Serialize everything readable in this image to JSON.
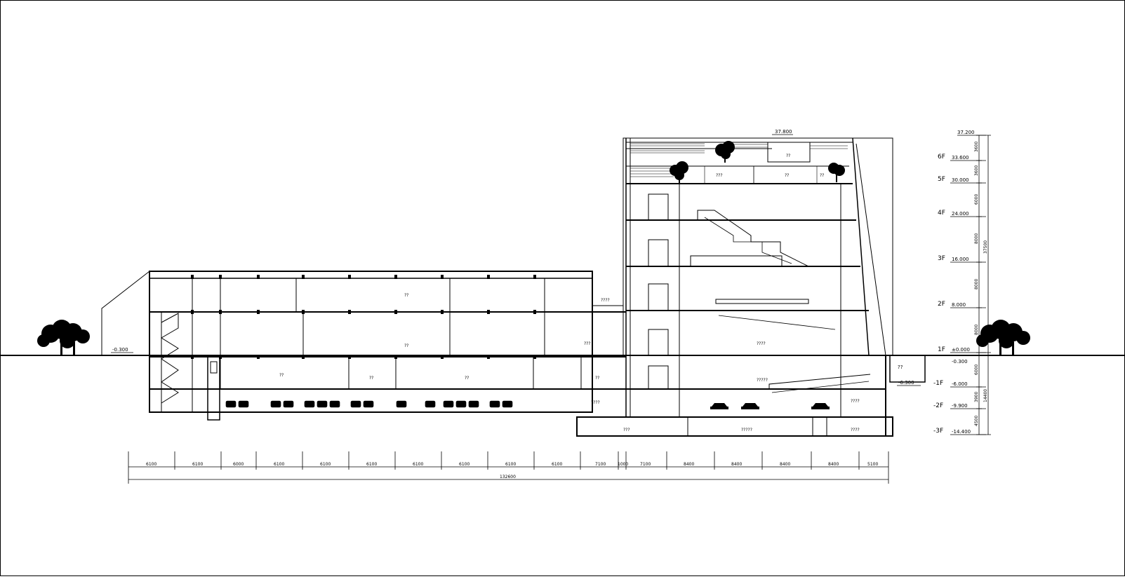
{
  "drawing": {
    "roof_level": "37.800",
    "ground_left_level": "-0.300",
    "ramp_level": "-6.300",
    "total_width": "132600",
    "total_height": "37500",
    "basement_height": "14400"
  },
  "floors": [
    {
      "name": "6F",
      "level": "33.600"
    },
    {
      "name": "5F",
      "level": "30.000"
    },
    {
      "name": "4F",
      "level": "24.000"
    },
    {
      "name": "3F",
      "level": "16.000"
    },
    {
      "name": "2F",
      "level": "8.000"
    },
    {
      "name": "1F",
      "level": "±0.000"
    },
    {
      "name": "-1F",
      "level": "-6.000"
    },
    {
      "name": "-2F",
      "level": "-9.900"
    },
    {
      "name": "-3F",
      "level": "-14.400"
    }
  ],
  "top_level": "37.200",
  "extra_level": "-0.300",
  "vertical_dims": [
    "3600",
    "3600",
    "6000",
    "8000",
    "8000",
    "8000",
    "6000",
    "3900",
    "4500"
  ],
  "bay_dims": [
    "6100",
    "6100",
    "6000",
    "6100",
    "6100",
    "6100",
    "6100",
    "6100",
    "6100",
    "6100",
    "7100",
    "1000",
    "7100",
    "8400",
    "8400",
    "8400",
    "8400",
    "5100"
  ],
  "room_labels": [
    "??",
    "??",
    "??",
    "??",
    "??",
    "??",
    "????",
    "???",
    "????",
    "????",
    "?????",
    "????",
    "???",
    "?????",
    "????",
    "???",
    "??",
    "??",
    "??"
  ]
}
